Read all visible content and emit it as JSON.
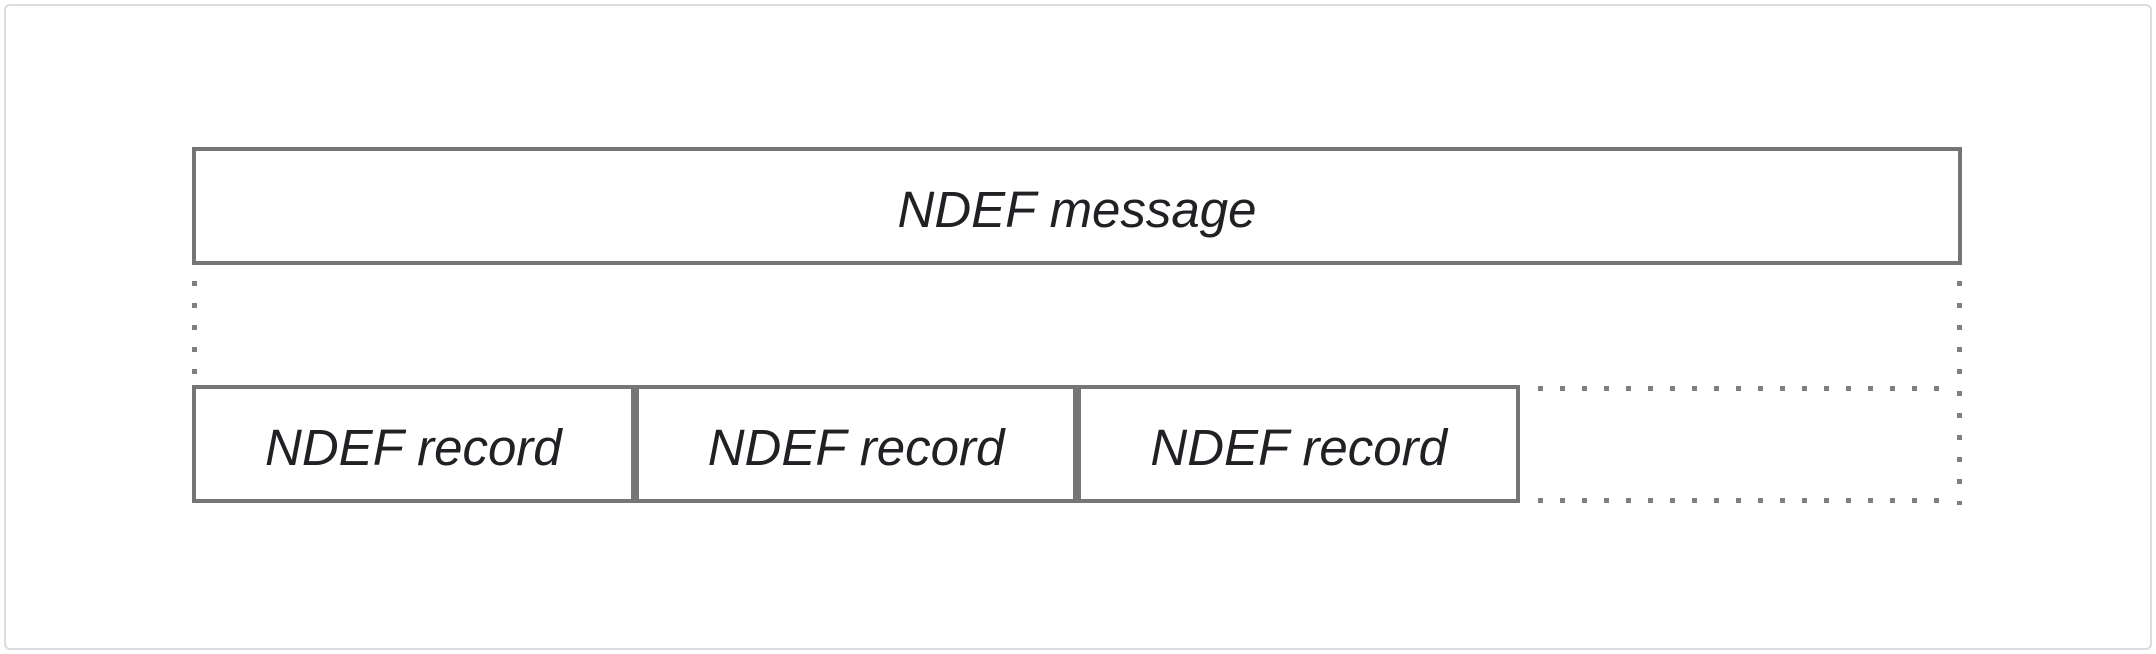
{
  "diagram": {
    "message_label": "NDEF message",
    "records": [
      {
        "label": "NDEF record"
      },
      {
        "label": "NDEF record"
      },
      {
        "label": "NDEF record"
      }
    ],
    "colors": {
      "box_border": "#757575",
      "dotted_line": "#7f7f7f",
      "text": "#202124",
      "frame_border": "#dadce0",
      "background": "#ffffff"
    }
  }
}
